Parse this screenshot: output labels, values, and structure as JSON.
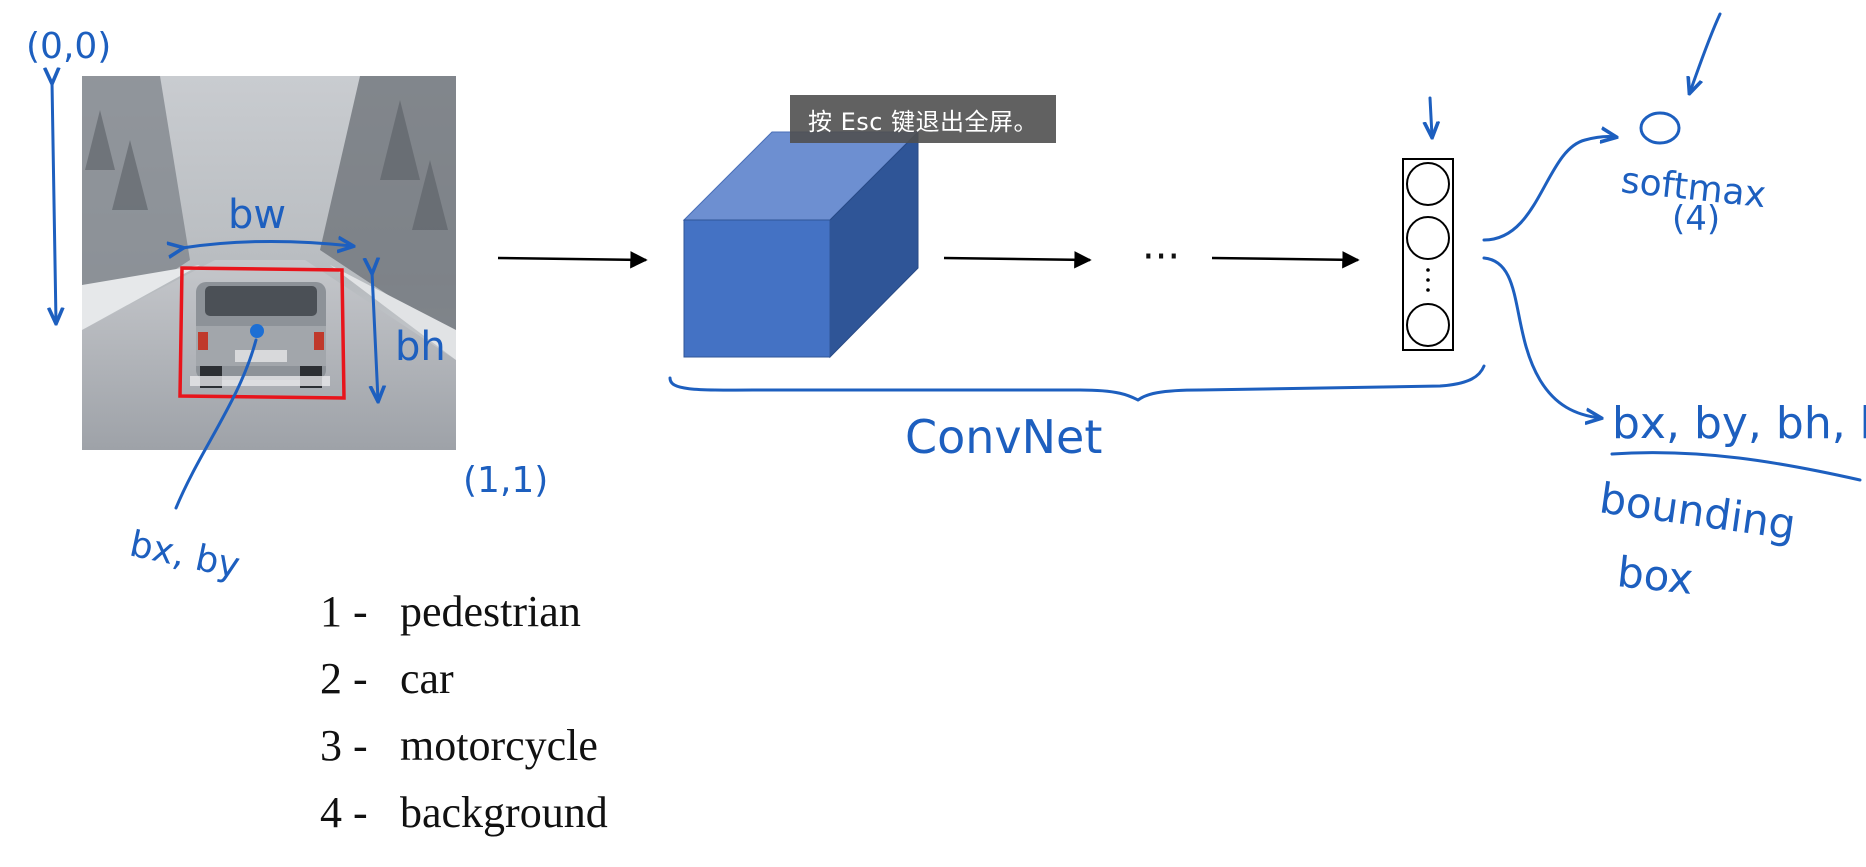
{
  "overlay": {
    "message": "按 Esc 键退出全屏。"
  },
  "image_annotations": {
    "origin": "(0,0)",
    "corner": "(1,1)",
    "width": "bw",
    "height": "bh",
    "center": "bx, by"
  },
  "network": {
    "ellipsis": "···",
    "brace_label": "ConvNet"
  },
  "outputs": {
    "softmax": "softmax",
    "softmax_count": "(4)",
    "bbox_values": "bx, by, bh, bw",
    "bbox_caption_1": "bounding",
    "bbox_caption_2": "box"
  },
  "classes": [
    {
      "num": "1 -",
      "name": "pedestrian"
    },
    {
      "num": "2 -",
      "name": "car"
    },
    {
      "num": "3 -",
      "name": "motorcycle"
    },
    {
      "num": "4 -",
      "name": "background"
    }
  ],
  "colors": {
    "ink": "#1d5fbf",
    "box_red": "#e8141b",
    "cube_front": "#4472c4",
    "cube_top": "#6d8fd1",
    "cube_side": "#2f5597"
  }
}
